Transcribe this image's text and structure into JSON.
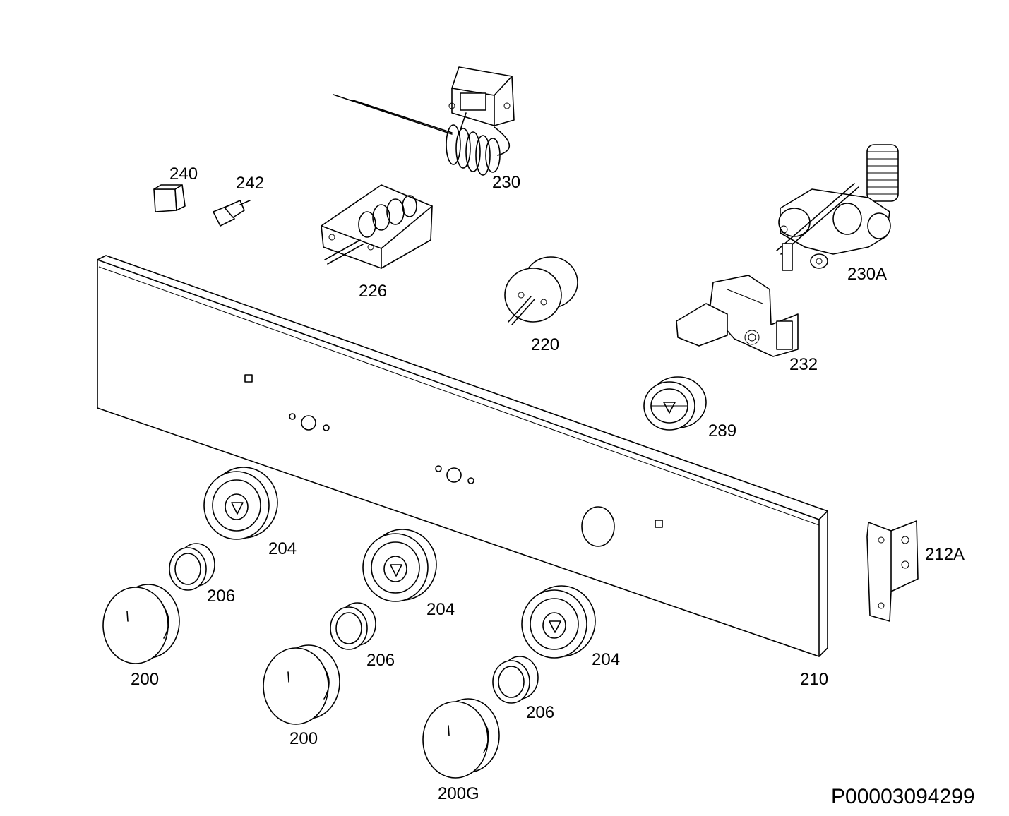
{
  "diagram": {
    "document_id": "P00003094299",
    "parts": [
      {
        "id": "thermostat",
        "label": "230"
      },
      {
        "id": "gas-valve",
        "label": "230A"
      },
      {
        "id": "indicator-lamp",
        "label": "240"
      },
      {
        "id": "push-switch",
        "label": "242"
      },
      {
        "id": "selector-switch",
        "label": "226"
      },
      {
        "id": "knob-spindle-adapter",
        "label": "220"
      },
      {
        "id": "microswitch",
        "label": "232"
      },
      {
        "id": "knob-ring-small",
        "label": "289"
      },
      {
        "id": "control-panel",
        "label": "210"
      },
      {
        "id": "panel-bracket",
        "label": "212A"
      },
      {
        "id": "bezel-1",
        "label": "204"
      },
      {
        "id": "bezel-2",
        "label": "204"
      },
      {
        "id": "bezel-3",
        "label": "204"
      },
      {
        "id": "spring-1",
        "label": "206"
      },
      {
        "id": "spring-2",
        "label": "206"
      },
      {
        "id": "spring-3",
        "label": "206"
      },
      {
        "id": "knob-1",
        "label": "200"
      },
      {
        "id": "knob-2",
        "label": "200"
      },
      {
        "id": "knob-3",
        "label": "200G"
      }
    ]
  }
}
